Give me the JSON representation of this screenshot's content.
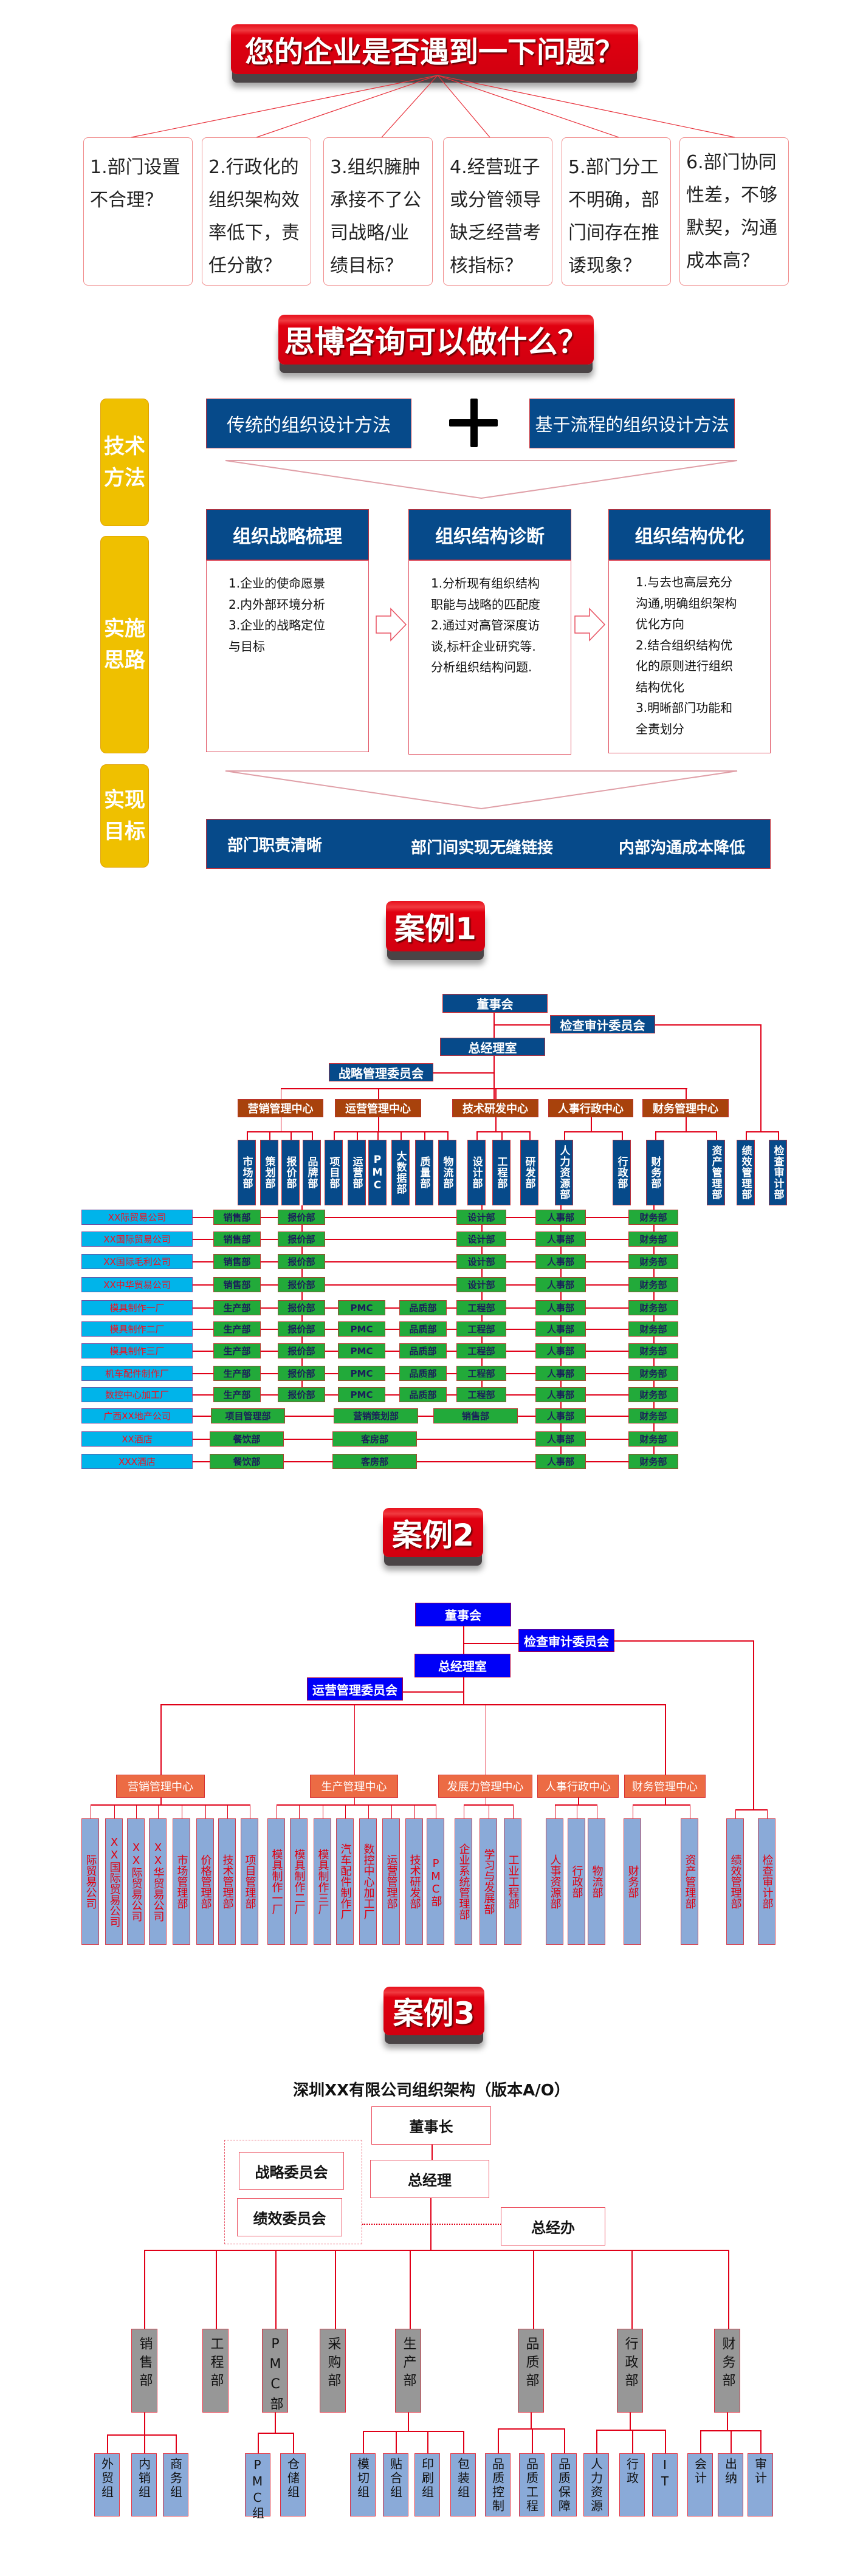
{
  "section1": {
    "banner": "您的企业是否遇到一下问题？",
    "problems": [
      "1.部门设置不合理？",
      "2.行政化的组织架构效率低下，责任分散？",
      "3.组织臃肿承接不了公司战略/业绩目标？",
      "4.经营班子或分管领导缺乏经营考核指标？",
      "5.部门分工不明确，部门间存在推诿现象？",
      "6.部门协同性差，不够默契，沟通成本高？"
    ]
  },
  "section2": {
    "banner": "思博咨询可以做什么？",
    "tabs": [
      "技术方法",
      "实施思路",
      "实现目标"
    ],
    "methods": [
      "传统的组织设计方法",
      "基于流程的组织设计方法"
    ],
    "plus_icon": "plus-icon",
    "columns": [
      {
        "title": "组织战略梳理",
        "lines": [
          "1.企业的使命愿景",
          "2.内外部环境分析",
          "3.企业的战略定位",
          "与目标"
        ]
      },
      {
        "title": "组织结构诊断",
        "lines": [
          "1.分析现有组织结构",
          "职能与战略的匹配度",
          "2.通过对高管深度访",
          "谈,标杆企业研究等.",
          "分析组织结构问题."
        ]
      },
      {
        "title": "组织结构优化",
        "lines": [
          "1.与去也高层充分",
          "沟通,明确组织架构",
          "优化方向",
          "2.结合组织结构优",
          "化的原则进行组织",
          "结构优化",
          "3.明晰部门功能和",
          "全责划分"
        ]
      }
    ],
    "goals": [
      "部门职责清晰",
      "部门间实现无缝链接",
      "内部沟通成本降低"
    ]
  },
  "case1": {
    "banner": "案例1",
    "board": "董事会",
    "audit_committee": "检查审计委员会",
    "gm_office": "总经理室",
    "strategy_committee": "战略管理委员会",
    "centers": [
      {
        "name": "营销管理中心",
        "depts": [
          "市场部",
          "策划部",
          "报价部",
          "品牌部"
        ]
      },
      {
        "name": "运营管理中心",
        "depts": [
          "项目部",
          "运营部",
          "PMC",
          "大数据部",
          "质量部",
          "物流部"
        ]
      },
      {
        "name": "技术研发中心",
        "depts": [
          "设计部",
          "工程部",
          "研发部"
        ]
      },
      {
        "name": "人事行政中心",
        "depts": [
          "人力资源部",
          "行政部"
        ]
      },
      {
        "name": "财务管理中心",
        "depts": [
          "财务部",
          "资产管理部"
        ]
      }
    ],
    "independent_depts": [
      "绩效管理部",
      "检查审计部"
    ],
    "rows": [
      {
        "company": "XX际贸易公司",
        "cells": [
          "销售部",
          "报价部",
          "设计部",
          "人事部",
          "财务部"
        ]
      },
      {
        "company": "XX国际贸易公司",
        "cells": [
          "销售部",
          "报价部",
          "设计部",
          "人事部",
          "财务部"
        ]
      },
      {
        "company": "XX国际毛利公司",
        "cells": [
          "销售部",
          "报价部",
          "设计部",
          "人事部",
          "财务部"
        ]
      },
      {
        "company": "XX中华贸易公司",
        "cells": [
          "销售部",
          "报价部",
          "设计部",
          "人事部",
          "财务部"
        ]
      },
      {
        "company": "模具制作一厂",
        "cells": [
          "生产部",
          "报价部",
          "PMC",
          "品质部",
          "工程部",
          "人事部",
          "财务部"
        ]
      },
      {
        "company": "模具制作二厂",
        "cells": [
          "生产部",
          "报价部",
          "PMC",
          "品质部",
          "工程部",
          "人事部",
          "财务部"
        ]
      },
      {
        "company": "模具制作三厂",
        "cells": [
          "生产部",
          "报价部",
          "PMC",
          "品质部",
          "工程部",
          "人事部",
          "财务部"
        ]
      },
      {
        "company": "机车配件制作厂",
        "cells": [
          "生产部",
          "报价部",
          "PMC",
          "品质部",
          "工程部",
          "人事部",
          "财务部"
        ]
      },
      {
        "company": "数控中心加工厂",
        "cells": [
          "生产部",
          "报价部",
          "PMC",
          "品质部",
          "工程部",
          "人事部",
          "财务部"
        ]
      },
      {
        "company": "广西XX地产公司",
        "cells": [
          "项目管理部",
          "营销策划部",
          "销售部",
          "人事部",
          "财务部"
        ]
      },
      {
        "company": "XX酒店",
        "cells": [
          "餐饮部",
          "客房部",
          "人事部",
          "财务部"
        ]
      },
      {
        "company": "XXX酒店",
        "cells": [
          "餐饮部",
          "客房部",
          "人事部",
          "财务部"
        ]
      }
    ]
  },
  "case2": {
    "banner": "案例2",
    "board": "董事会",
    "audit_committee": "检查审计委员会",
    "gm_office": "总经理室",
    "ops_committee": "运营管理委员会",
    "centers": [
      {
        "name": "营销管理中心",
        "depts": [
          "际贸易公司",
          "XX国际贸易公司",
          "XX际贸易公司",
          "XX华贸易公司",
          "市场管理部",
          "价格管理部",
          "技术管理部",
          "项目管理部"
        ]
      },
      {
        "name": "生产管理中心",
        "depts": [
          "模具制作一厂",
          "模具制作二厂",
          "模具制作三厂",
          "汽车配件制作厂",
          "数控中心加工厂",
          "运营管理部",
          "技术研发部",
          "PMC部"
        ]
      },
      {
        "name": "发展力管理中心",
        "depts": [
          "企业系统管理部",
          "学习与发展部",
          "工业工程部"
        ]
      },
      {
        "name": "人事行政中心",
        "depts": [
          "人事资源部",
          "行政部",
          "物流部"
        ]
      },
      {
        "name": "财务管理中心",
        "depts": [
          "财务部",
          "资产管理部"
        ]
      }
    ],
    "independent_depts": [
      "绩效管理部",
      "检查审计部"
    ]
  },
  "case3": {
    "banner": "案例3",
    "title": "深圳XX有限公司组织架构（版本A/O）",
    "chairman": "董事长",
    "gm": "总经理",
    "gm_office": "总经办",
    "committees": [
      "战略委员会",
      "绩效委员会"
    ],
    "depts": [
      {
        "name": "销售部",
        "groups": [
          "外贸组",
          "内销组",
          "商务组"
        ]
      },
      {
        "name": "工程部",
        "groups": []
      },
      {
        "name": "PMC部",
        "groups": [
          "PMC组",
          "仓储组"
        ]
      },
      {
        "name": "采购部",
        "groups": []
      },
      {
        "name": "生产部",
        "groups": [
          "模切组",
          "贴合组",
          "印刷组",
          "包装组"
        ]
      },
      {
        "name": "品质部",
        "groups": [
          "品质控制",
          "品质工程",
          "品质保障"
        ]
      },
      {
        "name": "行政部",
        "groups": [
          "人力资源",
          "行政",
          "IT"
        ]
      },
      {
        "name": "财务部",
        "groups": [
          "会计",
          "出纳",
          "审计"
        ]
      }
    ]
  }
}
